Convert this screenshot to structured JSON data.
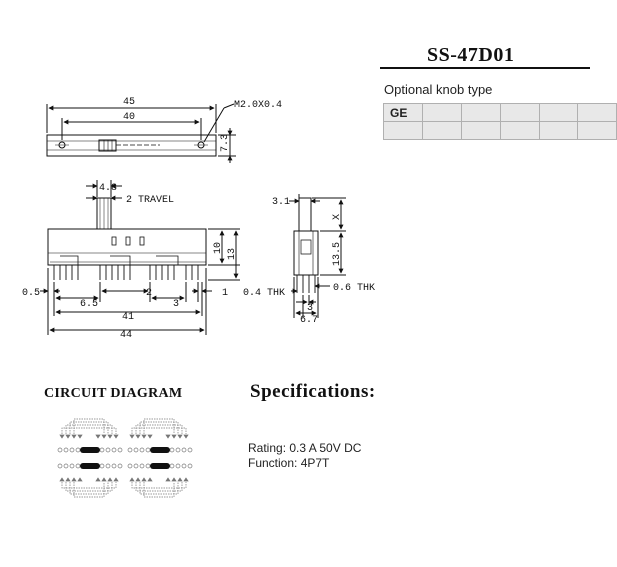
{
  "header": {
    "part_number": "SS-47D01"
  },
  "knob": {
    "label": "Optional knob type",
    "rows": [
      [
        "GE",
        "",
        "",
        "",
        "",
        ""
      ],
      [
        "",
        "",
        "",
        "",
        "",
        ""
      ]
    ]
  },
  "top_view": {
    "overall_length": "45",
    "mount_spacing": "40",
    "thread": "M2.0X0.4",
    "width": "7.3"
  },
  "front_view": {
    "knob_width": "4.8",
    "travel": "2 TRAVEL",
    "body_height": "10",
    "total_height": "13",
    "left_margin": "0.5",
    "first_pin": "6.5",
    "pin_pitch": "2",
    "group_gap": "3",
    "right_margin": "1",
    "pin_span": "41",
    "body_length": "44"
  },
  "side_view": {
    "knob_offset": "3.1",
    "knob_height": "X",
    "body_height": "13.5",
    "pin_thk_left": "0.4 THK",
    "pin_thk_right": "0.6 THK",
    "pin_spacing": "3",
    "width": "6.7"
  },
  "circuit": {
    "title": "CIRCUIT DIAGRAM"
  },
  "specs": {
    "title": "Specifications:",
    "rating": "Rating: 0.3 A 50V DC",
    "function": "Function: 4P7T"
  }
}
